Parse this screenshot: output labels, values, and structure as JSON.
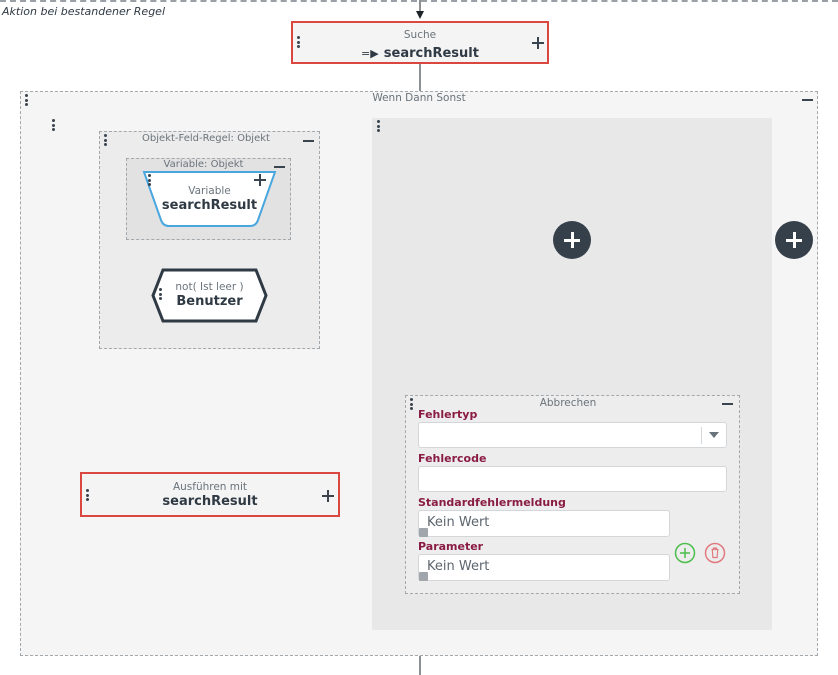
{
  "section_label": "Aktion bei bestandener Regel",
  "search_node": {
    "caption": "Suche",
    "arrow": "=▶",
    "value": "searchResult"
  },
  "wenn_container": {
    "title": "Wenn Dann Sonst"
  },
  "object_rule": {
    "title": "Objekt-Feld-Regel: Objekt"
  },
  "variable_container": {
    "title": "Variable: Objekt"
  },
  "variable_node": {
    "caption": "Variable",
    "value": "searchResult"
  },
  "condition_node": {
    "caption": "not( Ist leer )",
    "value": "Benutzer"
  },
  "execute_node": {
    "caption": "Ausführen mit",
    "value": "searchResult"
  },
  "abort_node": {
    "title": "Abbrechen",
    "fields": {
      "error_type_label": "Fehlertyp",
      "error_code_label": "Fehlercode",
      "default_message_label": "Standardfehlermeldung",
      "default_message_value": "Kein Wert",
      "parameter_label": "Parameter",
      "parameter_value": "Kein Wert"
    }
  },
  "colors": {
    "accent_red": "#d9473f",
    "label_red": "#8a1c44",
    "add_green": "#4cbe4c",
    "delete_red": "#e07a80",
    "dark_button": "#35404a",
    "variable_blue": "#4aa6df"
  },
  "icons": [
    "drag-handle-icon",
    "plus-icon",
    "minus-icon",
    "add-circle-icon",
    "delete-icon",
    "dropdown-arrow-icon",
    "link-icon"
  ]
}
